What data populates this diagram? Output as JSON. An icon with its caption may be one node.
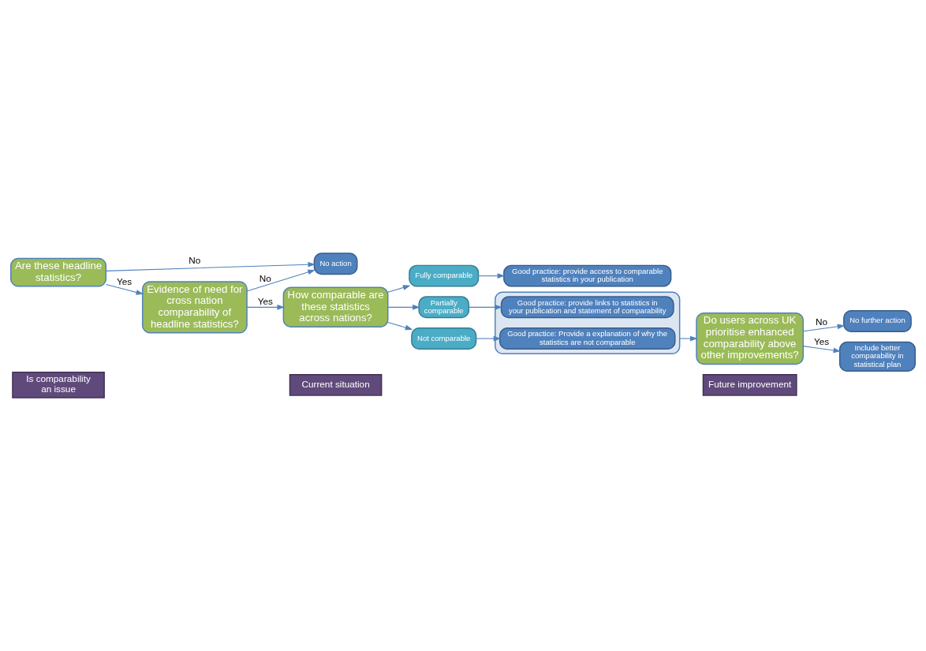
{
  "diagram": {
    "nodes": [
      {
        "text": [
          "Is comparability an issue"
        ]
      },
      {
        "text": [
          "Current situation"
        ]
      },
      {
        "text": [
          "Future improvement"
        ]
      },
      {
        "text": [
          "Are these headline statistics?"
        ]
      },
      {
        "text": [
          "No action"
        ]
      },
      {
        "text": [
          "Evidence of need for cross nation comparability of headline statistics?"
        ]
      },
      {
        "text": [
          "How comparable are these statistics across nations?"
        ]
      },
      {
        "text": [
          "Fully comparable"
        ]
      },
      {
        "text": [
          "Good practice: provide access to comparable statistics in your publication"
        ]
      },
      {
        "text": [
          "Partially comparable"
        ]
      },
      {
        "text": [],
        "shape": "box"
      },
      {
        "text": [
          "Good practice: provide links to statistics in your publication and statement of comparability"
        ],
        "in": 10
      },
      {
        "text": [
          "Good practice: Provide a explanation of why the statistics are not comparable"
        ],
        "in": 10
      },
      {
        "text": [
          "Not comparable"
        ]
      },
      {
        "text": [
          "Do users across UK prioritise enhanced comparability above other improvements?"
        ]
      },
      {
        "text": [
          "No further action"
        ]
      },
      {
        "text": [
          "Include better comparability in statistical plan"
        ]
      }
    ],
    "edges": [
      {
        "from": 3,
        "to": 4,
        "arrow": "to",
        "label": "No"
      },
      {
        "from": 3,
        "to": 5,
        "arrow": "to",
        "label": "Yes"
      },
      {
        "from": 5,
        "to": 4,
        "arrow": "to",
        "label": "No"
      },
      {
        "from": 5,
        "to": 6,
        "arrow": "to",
        "label": "Yes"
      },
      {
        "from": 6,
        "to": 7,
        "arrow": "to"
      },
      {
        "from": 6,
        "to": 9,
        "arrow": "to"
      },
      {
        "from": 6,
        "to": 13,
        "arrow": "to"
      },
      {
        "from": 7,
        "to": 8,
        "arrow": "to"
      },
      {
        "from": 9,
        "to": 11,
        "arrow": "to"
      },
      {
        "from": 13,
        "to": 12,
        "arrow": "to"
      },
      {
        "from": 10,
        "to": 14,
        "arrow": "to"
      },
      {
        "from": 14,
        "to": 15,
        "arrow": "to",
        "label": "No"
      },
      {
        "from": 14,
        "to": 16,
        "arrow": "to",
        "label": "Yes"
      }
    ]
  }
}
